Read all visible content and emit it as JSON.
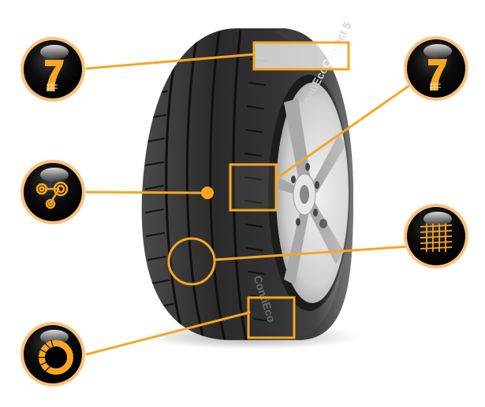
{
  "diagram": {
    "subject": "tire-feature-callouts",
    "sidewall_text": "ContiEcoContact 5",
    "sidewall_text_lower": "ContiEco",
    "accent_color": "#f6a623",
    "icon_bg_color": "#0a0a0a",
    "tire_color": "#2b2b2b",
    "rim_color": "#d9d9d9"
  },
  "callouts": [
    {
      "id": "top-left",
      "icon": "seven-tread-icon",
      "target": "sidewall-label-box"
    },
    {
      "id": "mid-left",
      "icon": "molecule-network-icon",
      "target": "tread-center-dot"
    },
    {
      "id": "bottom-left",
      "icon": "ring-segments-icon",
      "target": "lower-shoulder-box"
    },
    {
      "id": "top-right",
      "icon": "seven-tread-icon",
      "target": "inner-shoulder-box"
    },
    {
      "id": "mid-right",
      "icon": "tread-grid-icon",
      "target": "tread-groove-circle"
    }
  ]
}
